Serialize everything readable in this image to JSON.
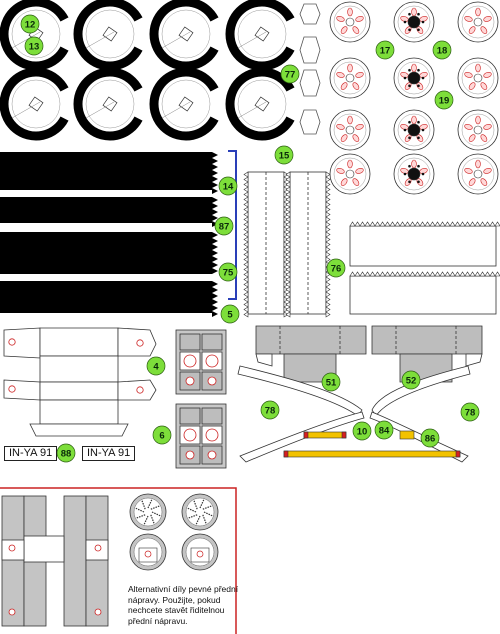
{
  "colors": {
    "badge": "#7dde3a",
    "badge_text": "#0a2a0a",
    "tread": "#000000",
    "part_gray": "#bfbfbf",
    "frame_red": "#cc2222",
    "bracket_blue": "#2a3fb8",
    "axle_red": "#d62020",
    "axle_yellow": "#f2c200"
  },
  "badges": [
    {
      "n": "12"
    },
    {
      "n": "13"
    },
    {
      "n": "77"
    },
    {
      "n": "17"
    },
    {
      "n": "18"
    },
    {
      "n": "19"
    },
    {
      "n": "14"
    },
    {
      "n": "87"
    },
    {
      "n": "75"
    },
    {
      "n": "15"
    },
    {
      "n": "76"
    },
    {
      "n": "5"
    },
    {
      "n": "4"
    },
    {
      "n": "6"
    },
    {
      "n": "51"
    },
    {
      "n": "52"
    },
    {
      "n": "78"
    },
    {
      "n": "78"
    },
    {
      "n": "10"
    },
    {
      "n": "84"
    },
    {
      "n": "86"
    },
    {
      "n": "88"
    }
  ],
  "plates": [
    "IN-YA 91",
    "IN-YA 91"
  ],
  "note_text": "Alternativní díly pevné přední nápravy. Použijte, pokud nechcete stavět řiditelnou přední nápravu."
}
